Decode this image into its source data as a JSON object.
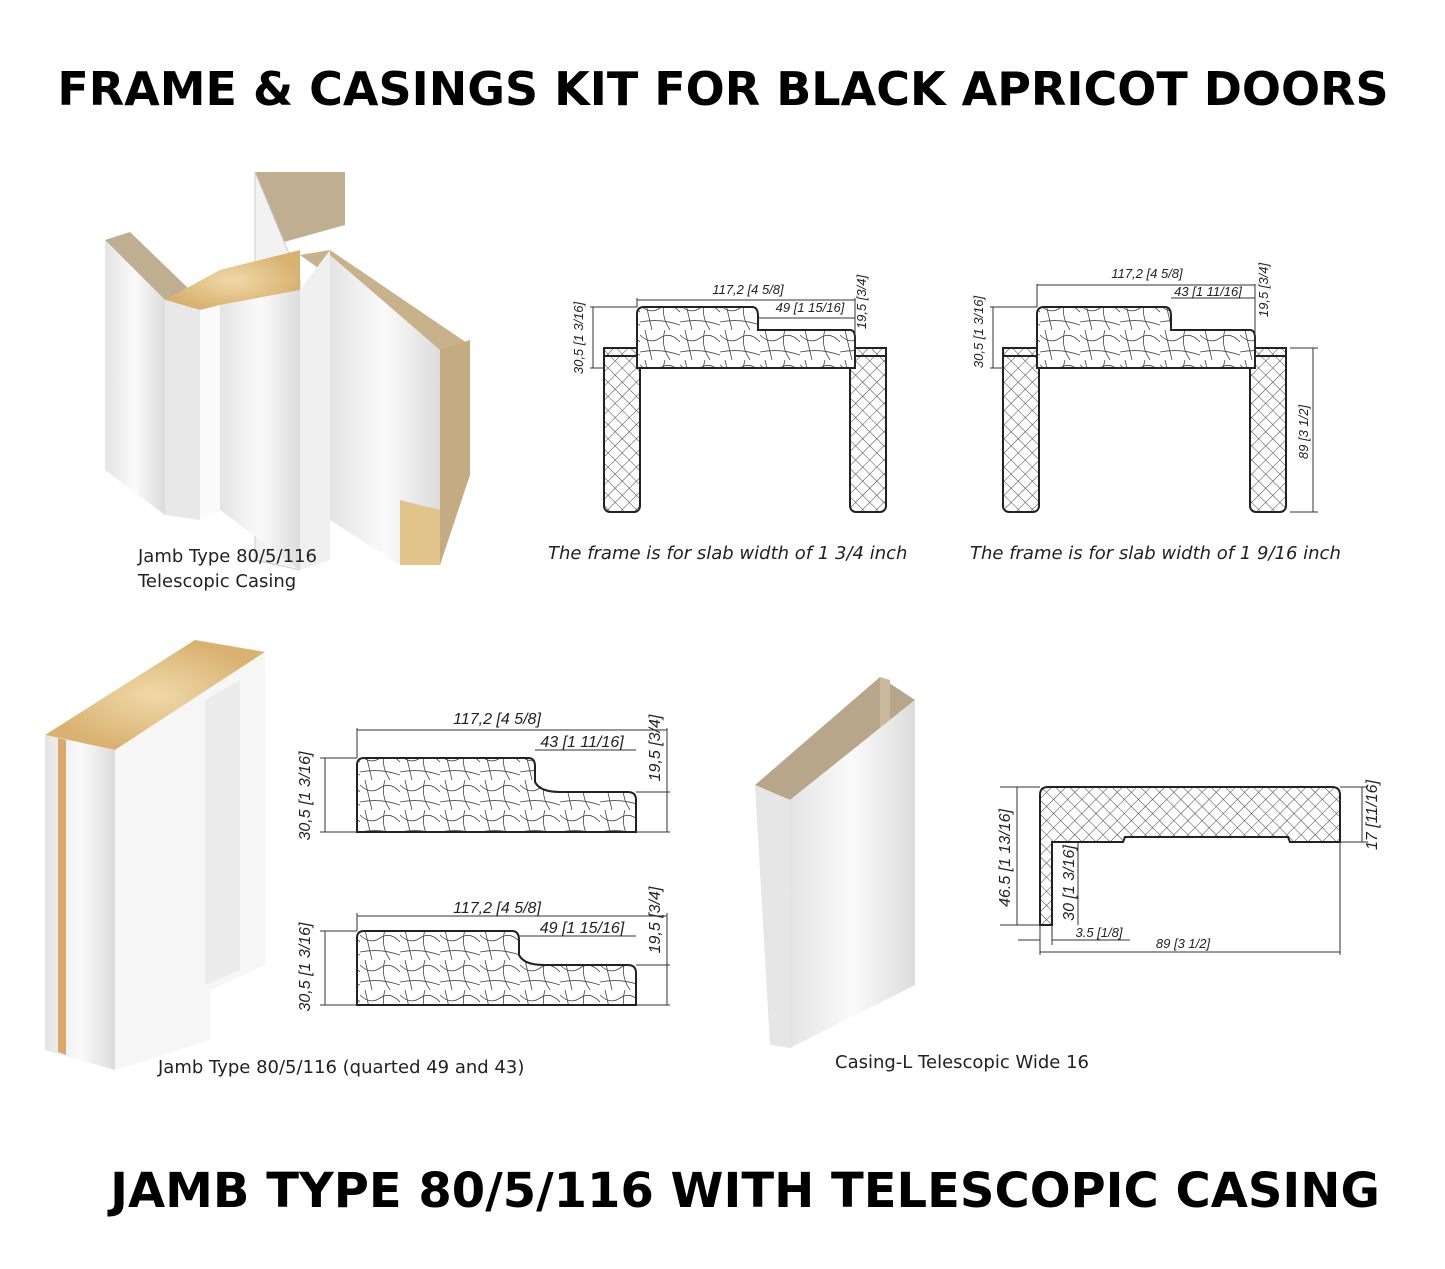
{
  "header": {
    "title": "FRAME & CASINGS KIT FOR BLACK APRICOT DOORS"
  },
  "footer": {
    "title": "JAMB TYPE 80/5/116 WITH TELESCOPIC CASING"
  },
  "top_left": {
    "caption_line1": "Jamb Type 80/5/116",
    "caption_line2": "Telescopic Casing"
  },
  "frame_a": {
    "caption": "The frame is for slab width of 1 3/4 inch",
    "width": "117,2 [4 5/8]",
    "rebate": "49 [1 15/16]",
    "depth": "19,5 [3/4]",
    "height": "30,5 [1 3/16]"
  },
  "frame_b": {
    "caption": "The frame is for slab width of 1 9/16 inch",
    "width": "117,2 [4 5/8]",
    "rebate": "43 [1 11/16]",
    "depth": "19,5 [3/4]",
    "height": "30,5 [1 3/16]",
    "casing": "89 [3 1/2]"
  },
  "jamb_profiles": {
    "caption": "Jamb Type 80/5/116 (quarted 49 and 43)",
    "profile_43": {
      "width": "117,2 [4 5/8]",
      "rebate": "43 [1 11/16]",
      "depth": "19,5 [3/4]",
      "height": "30,5 [1 3/16]"
    },
    "profile_49": {
      "width": "117,2 [4 5/8]",
      "rebate": "49 [1 15/16]",
      "depth": "19,5 [3/4]",
      "height": "30,5 [1 3/16]"
    }
  },
  "casing": {
    "caption": "Casing-L Telescopic Wide 16",
    "total_height": "46.5 [1 13/16]",
    "thickness": "17 [11/16]",
    "leg": "30 [1 3/16]",
    "leg_width": "3.5 [1/8]",
    "width": "89 [3 1/2]"
  },
  "colors": {
    "wood": "#e8c98e",
    "mdf": "#b8a68a",
    "white": "#f4f4f4"
  }
}
